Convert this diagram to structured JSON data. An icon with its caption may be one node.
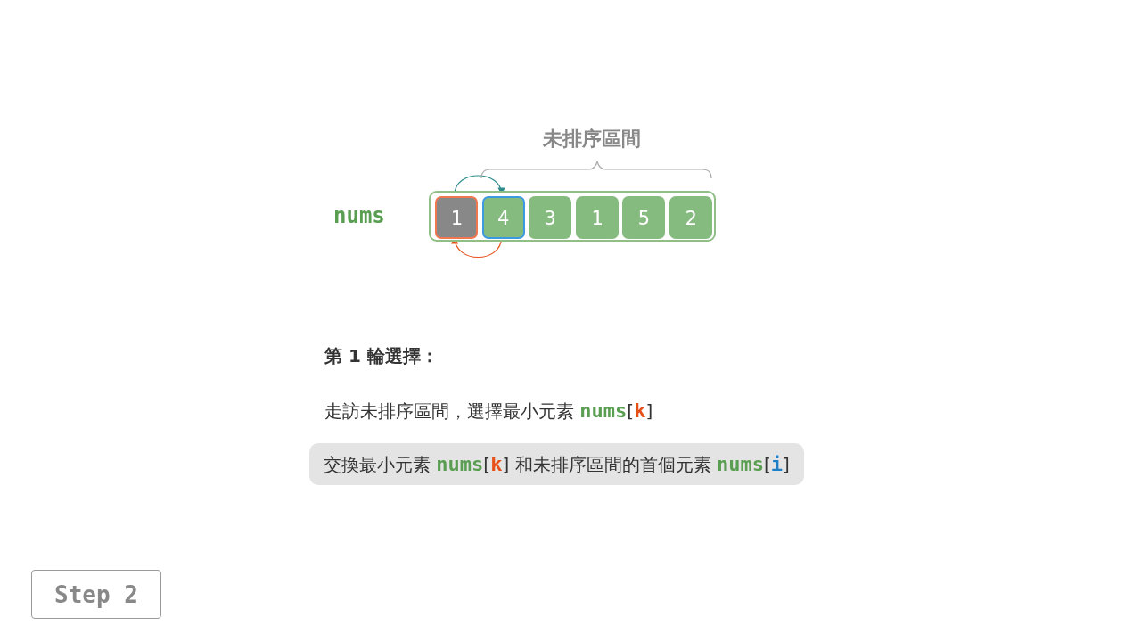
{
  "diagram": {
    "nodes": [
      {
        "text": [],
        "shape": "box",
        "beside": [
          "nums"
        ]
      },
      {
        "text": [
          "1"
        ],
        "in": 0
      },
      {
        "text": [
          "4"
        ],
        "in": 0
      },
      {
        "text": [
          "3"
        ],
        "in": 0
      },
      {
        "text": [
          "1"
        ],
        "in": 0
      },
      {
        "text": [
          "5"
        ],
        "in": 0
      },
      {
        "text": [
          "2"
        ],
        "in": 0
      }
    ],
    "edges": [
      {
        "from": 1,
        "to": 2,
        "arrow": "to",
        "color": "#2e8b8b"
      },
      {
        "from": 2,
        "to": 1,
        "arrow": "to",
        "color": "#e8501a"
      }
    ],
    "labels": [
      "未排序區間",
      "第 1 輪選擇：",
      "走訪未排序區間，選擇最小元素 **nums**[**k**]",
      "交換最小元素 **nums**[**k**] 和未排序區間的首個元素 **nums**[**i**]",
      "Step 2"
    ]
  }
}
